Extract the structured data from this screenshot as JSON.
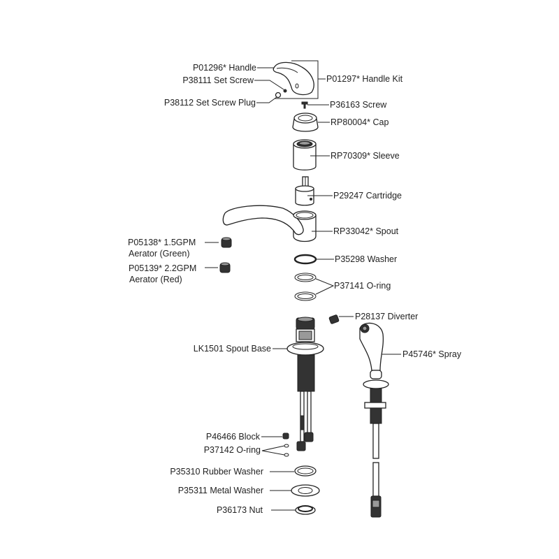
{
  "parts": {
    "handle": "P01296* Handle",
    "set_screw": "P38111 Set Screw",
    "set_screw_plug": "P38112 Set Screw Plug",
    "handle_kit": "P01297* Handle Kit",
    "screw": "P36163 Screw",
    "cap": "RP80004* Cap",
    "sleeve": "RP70309* Sleeve",
    "cartridge": "P29247 Cartridge",
    "spout": "RP33042* Spout",
    "aerator_green_1": "P05138* 1.5GPM",
    "aerator_green_2": "Aerator (Green)",
    "aerator_red_1": "P05139* 2.2GPM",
    "aerator_red_2": "Aerator (Red)",
    "washer": "P35298 Washer",
    "oring": "P37141 O-ring",
    "diverter": "P28137 Diverter",
    "spout_base": "LK1501 Spout Base",
    "spray": "P45746* Spray",
    "block": "P46466 Block",
    "oring_small": "P37142 O-ring",
    "rubber_washer": "P35310 Rubber Washer",
    "metal_washer": "P35311 Metal Washer",
    "nut": "P36173 Nut"
  }
}
